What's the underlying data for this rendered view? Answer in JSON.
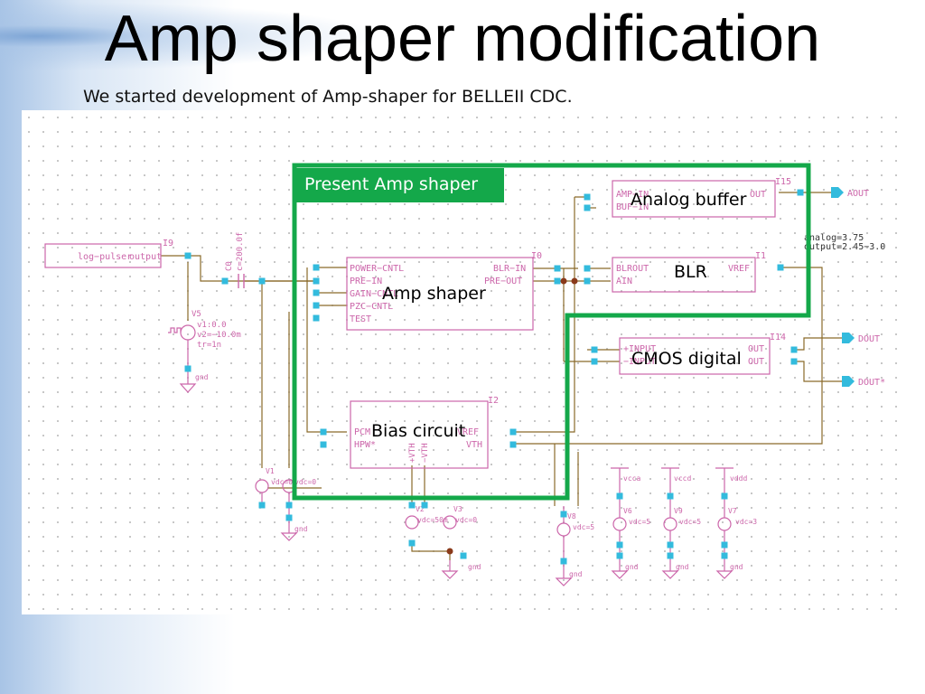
{
  "slide": {
    "title": "Amp shaper modification",
    "subtitle": "We started development of Amp-shaper for BELLEII CDC."
  },
  "callouts": {
    "present": "Present Amp shaper",
    "analog_buffer": "Analog buffer",
    "blr": "BLR",
    "amp_shaper": "Amp shaper",
    "cmos": "CMOS digital",
    "bias": "Bias circuit"
  },
  "colors": {
    "highlight": "#14a84a",
    "wire": "#8a6a2a",
    "symbol": "#cc66aa",
    "pin": "#33bbdd"
  },
  "schematic": {
    "log_pulser": {
      "label": "log−pulser",
      "out": "output",
      "inst": "I9"
    },
    "cap": {
      "label": "c=200.0f",
      "inst": "C0"
    },
    "v5": {
      "inst": "V5",
      "v1": "v1:0.0",
      "v2": "v2=−10.0m",
      "tr": "tr=1n",
      "gnd": "gnd"
    },
    "amp": {
      "inst": "I0",
      "pins_left": [
        "POWER−CNTL",
        "PRE−IN",
        "GAIN−CNTL",
        "PZC−CNTL",
        "TEST"
      ],
      "pins_right": [
        "BLR−IN",
        "PRE−OUT"
      ]
    },
    "buffer": {
      "inst": "I15",
      "pins_left": [
        "AMP−IN",
        "BUF−IN"
      ],
      "pin_right": "OUT"
    },
    "blr": {
      "inst": "I1",
      "pins_left": [
        "BLROUT",
        "AIN"
      ],
      "pin_right": "VREF"
    },
    "cmos": {
      "inst": "I14",
      "pins_left": [
        "+INPUT",
        "−INPUT"
      ],
      "pins_right": [
        "OUT",
        "OUT"
      ]
    },
    "bias": {
      "inst": "I2",
      "pins_left": [
        "PCM",
        "HPW*"
      ],
      "pins_right": [
        "VREF",
        "VTH"
      ],
      "pins_bottom": [
        "+VTH",
        "−VTH"
      ]
    },
    "ports": [
      "AOUT",
      "DOUT",
      "DOUT*"
    ],
    "params": [
      "analog=3.75",
      "output=2.45−3.0"
    ],
    "v1": {
      "inst": "V1",
      "vdc": "vdc=0",
      "vdc2": "vdc=0",
      "gnd": "gnd"
    },
    "v2": {
      "inst": "V2",
      "vdc": "vdc=50m",
      "gnd": "gnd"
    },
    "v3": {
      "inst": "V3",
      "vdc": "vdc=0",
      "gnd": "gnd"
    },
    "v8": {
      "inst": "V8",
      "vdc": "vdc=5",
      "gnd": "gnd"
    },
    "v6": {
      "inst": "V6",
      "vdc": "vdc=5",
      "gnd": "gnd",
      "rail": "vcca"
    },
    "v9": {
      "inst": "V9",
      "vdc": "vdc=5",
      "gnd": "gnd",
      "rail": "vccd"
    },
    "v7": {
      "inst": "V7",
      "vdc": "vdc=3",
      "gnd": "gnd",
      "rail": "vddd"
    }
  }
}
